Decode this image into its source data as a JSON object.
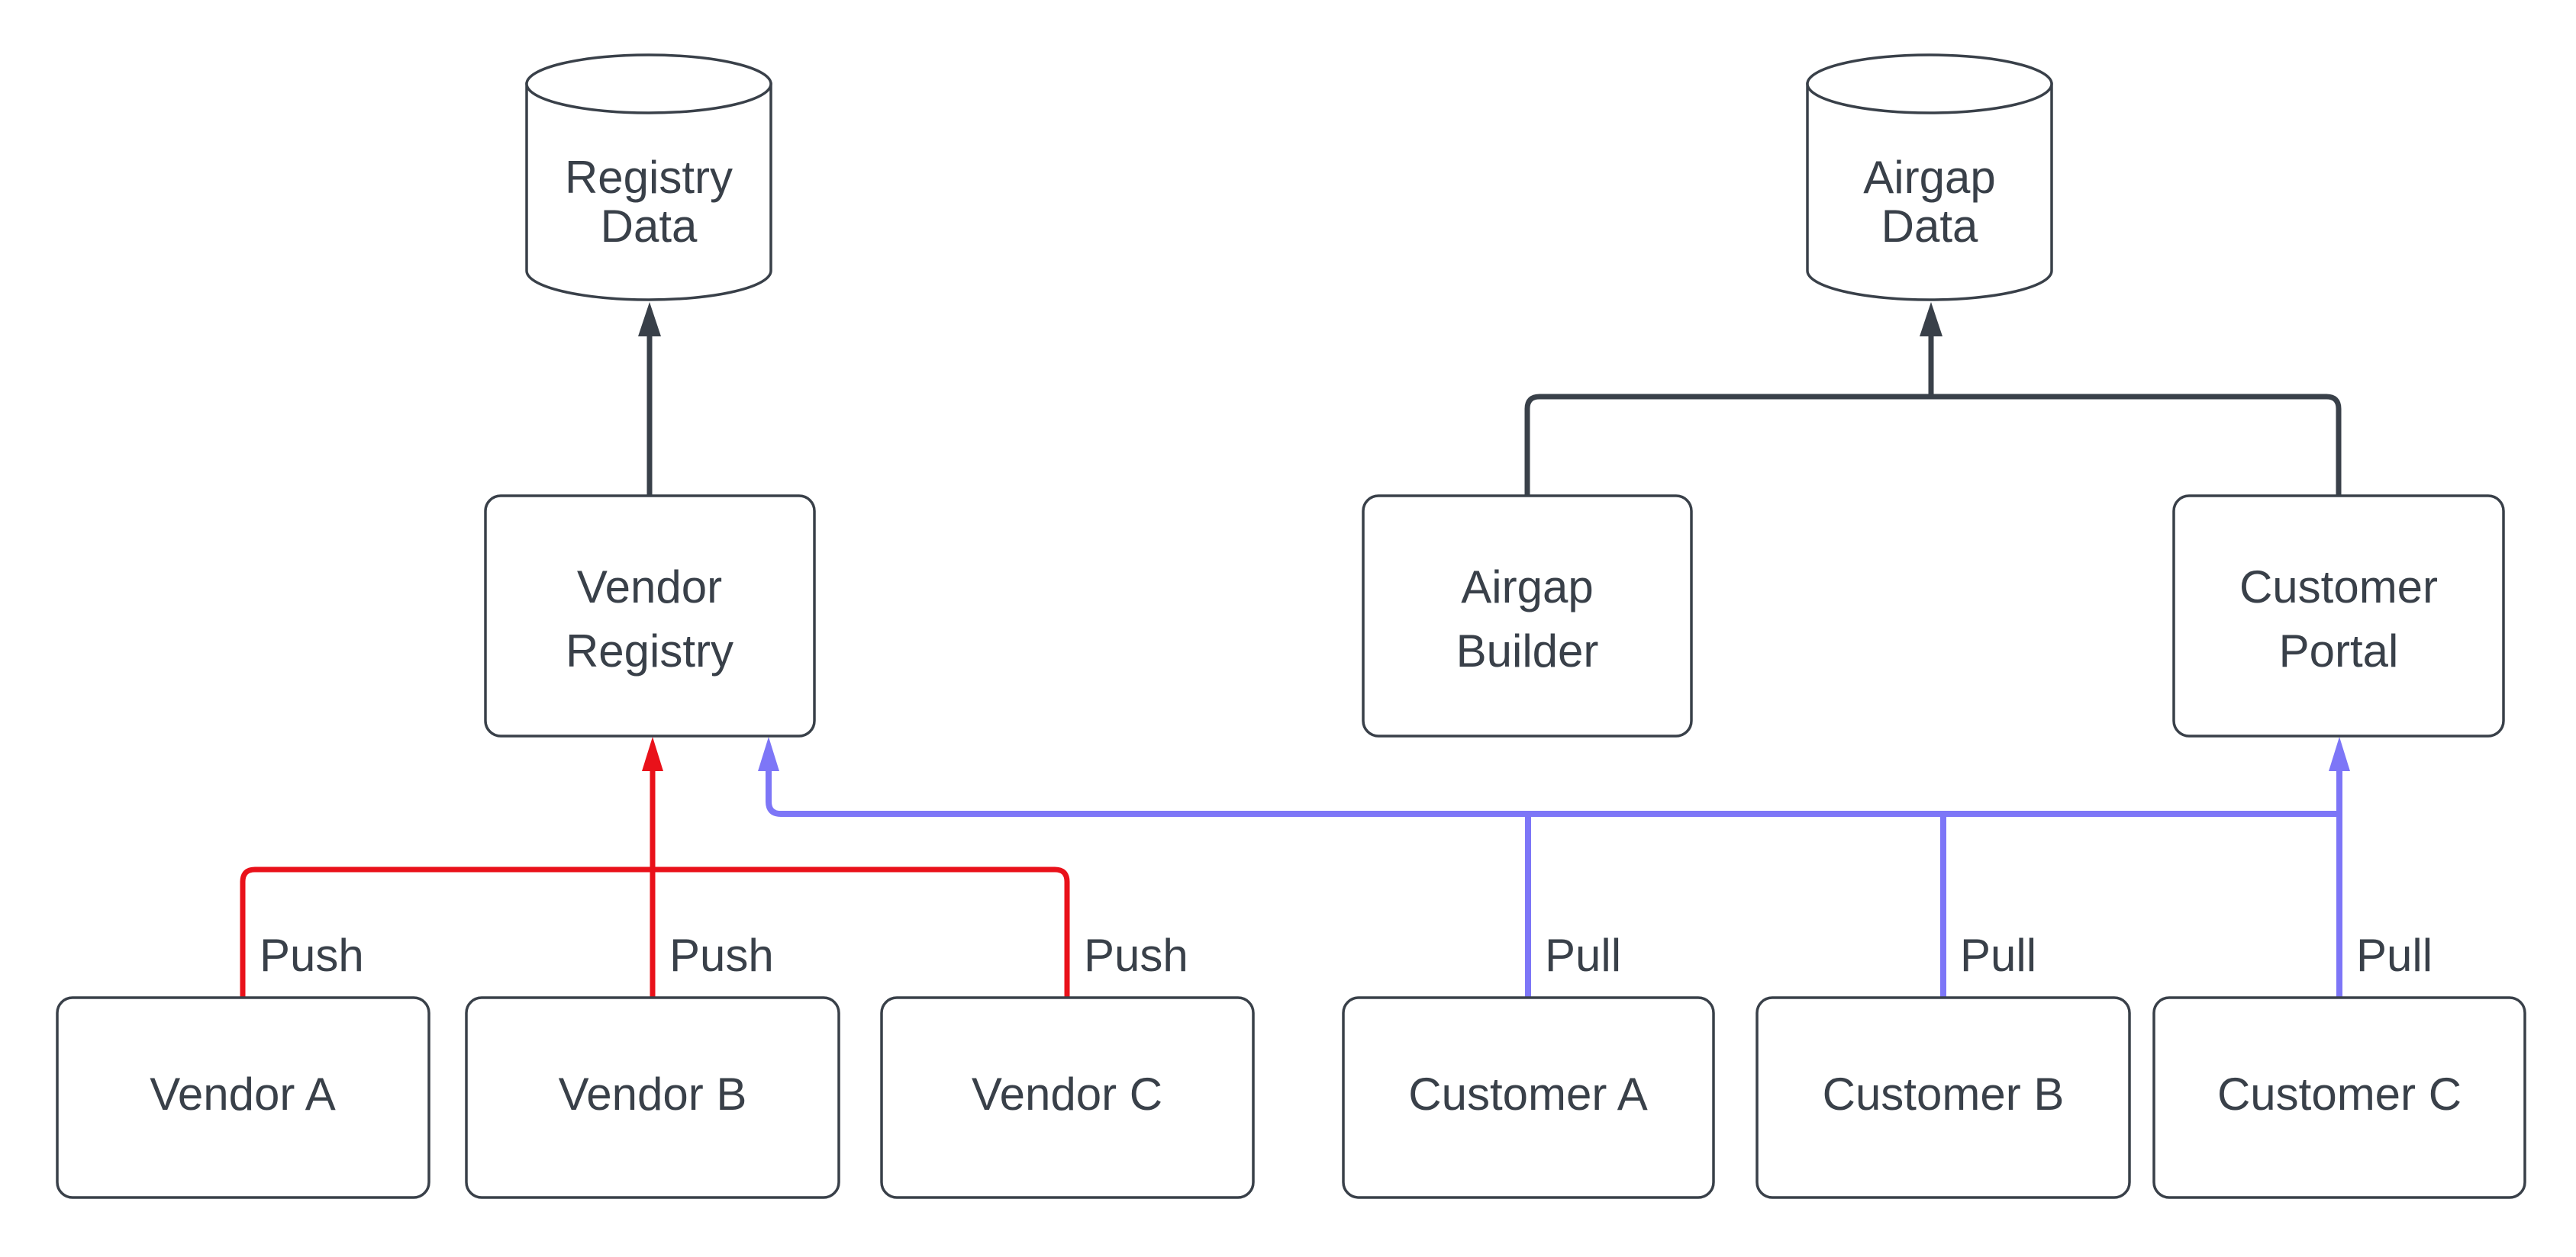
{
  "diagram": {
    "type": "flowchart",
    "background": "#ffffff",
    "colors": {
      "node_stroke": "#394049",
      "text": "#394049",
      "dark_edge": "#394049",
      "push": "#e9111a",
      "pull": "#7d76f7"
    },
    "nodes": {
      "registry_data": {
        "shape": "cylinder",
        "lines": [
          "Registry",
          "Data"
        ]
      },
      "airgap_data": {
        "shape": "cylinder",
        "lines": [
          "Airgap",
          "Data"
        ]
      },
      "vendor_registry": {
        "shape": "rect",
        "lines": [
          "Vendor",
          "Registry"
        ]
      },
      "airgap_builder": {
        "shape": "rect",
        "lines": [
          "Airgap",
          "Builder"
        ]
      },
      "customer_portal": {
        "shape": "rect",
        "lines": [
          "Customer",
          "Portal"
        ]
      },
      "vendor_a": {
        "shape": "rect",
        "label": "Vendor A"
      },
      "vendor_b": {
        "shape": "rect",
        "label": "Vendor B"
      },
      "vendor_c": {
        "shape": "rect",
        "label": "Vendor C"
      },
      "customer_a": {
        "shape": "rect",
        "label": "Customer A"
      },
      "customer_b": {
        "shape": "rect",
        "label": "Customer B"
      },
      "customer_c": {
        "shape": "rect",
        "label": "Customer C"
      }
    },
    "edges": [
      {
        "from": "Vendor Registry",
        "to": "Registry Data",
        "label": "",
        "color_key": "dark_edge"
      },
      {
        "from": "Airgap Builder",
        "to": "Airgap Data",
        "label": "",
        "color_key": "dark_edge"
      },
      {
        "from": "Customer Portal",
        "to": "Airgap Data",
        "label": "",
        "color_key": "dark_edge"
      },
      {
        "from": "Vendor A",
        "to": "Vendor Registry",
        "label": "Push",
        "color_key": "push"
      },
      {
        "from": "Vendor B",
        "to": "Vendor Registry",
        "label": "Push",
        "color_key": "push"
      },
      {
        "from": "Vendor C",
        "to": "Vendor Registry",
        "label": "Push",
        "color_key": "push"
      },
      {
        "from": "Customer A",
        "to": "Vendor Registry",
        "label": "Pull",
        "color_key": "pull"
      },
      {
        "from": "Customer B",
        "to": "Vendor Registry",
        "label": "Pull",
        "color_key": "pull"
      },
      {
        "from": "Customer C",
        "to": "Customer Portal",
        "label": "Pull",
        "color_key": "pull"
      }
    ]
  }
}
